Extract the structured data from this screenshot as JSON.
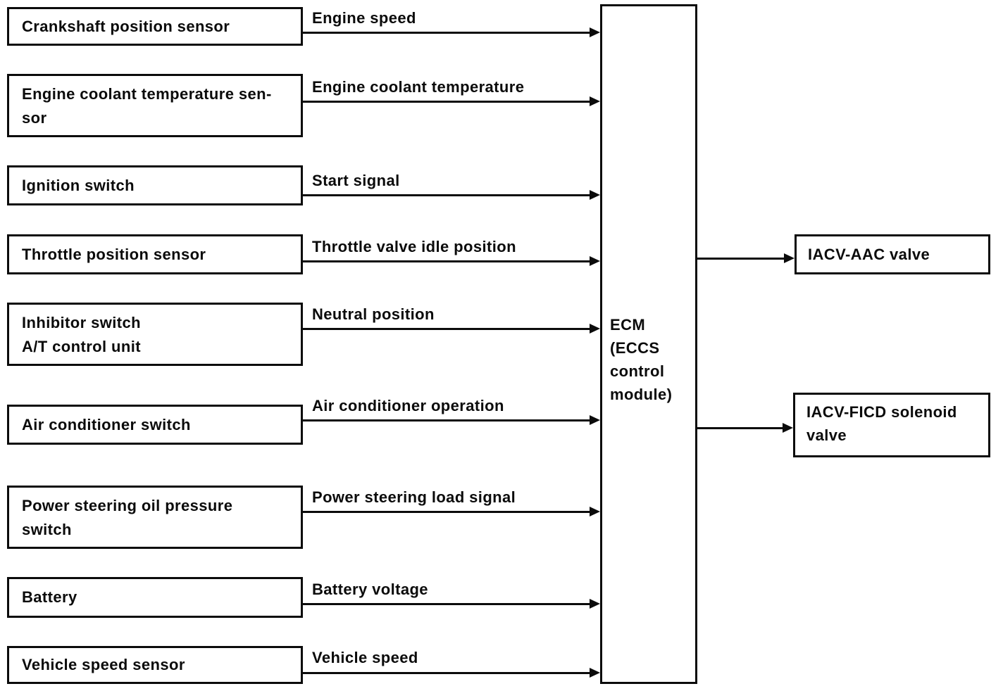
{
  "diagram": {
    "type": "block-flow-diagram",
    "colors": {
      "ink": "#0b0b0b",
      "background": "#ffffff"
    },
    "inputs": [
      {
        "source_lines": [
          "Crankshaft position sensor"
        ],
        "signal": "Engine speed"
      },
      {
        "source_lines": [
          "Engine coolant temperature sen-",
          "sor"
        ],
        "signal": "Engine coolant temperature"
      },
      {
        "source_lines": [
          "Ignition switch"
        ],
        "signal": "Start signal"
      },
      {
        "source_lines": [
          "Throttle position sensor"
        ],
        "signal": "Throttle valve idle position"
      },
      {
        "source_lines": [
          "Inhibitor switch",
          "A/T control unit"
        ],
        "signal": "Neutral position"
      },
      {
        "source_lines": [
          "Air conditioner switch"
        ],
        "signal": "Air conditioner operation"
      },
      {
        "source_lines": [
          "Power steering oil pressure",
          "switch"
        ],
        "signal": "Power steering load signal"
      },
      {
        "source_lines": [
          "Battery"
        ],
        "signal": "Battery voltage"
      },
      {
        "source_lines": [
          "Vehicle speed sensor"
        ],
        "signal": "Vehicle speed"
      }
    ],
    "controller": {
      "lines": [
        "ECM",
        "(ECCS",
        "control",
        "module)"
      ]
    },
    "outputs": [
      {
        "lines": [
          "IACV-AAC valve"
        ]
      },
      {
        "lines": [
          "IACV-FICD solenoid",
          "valve"
        ]
      }
    ]
  }
}
